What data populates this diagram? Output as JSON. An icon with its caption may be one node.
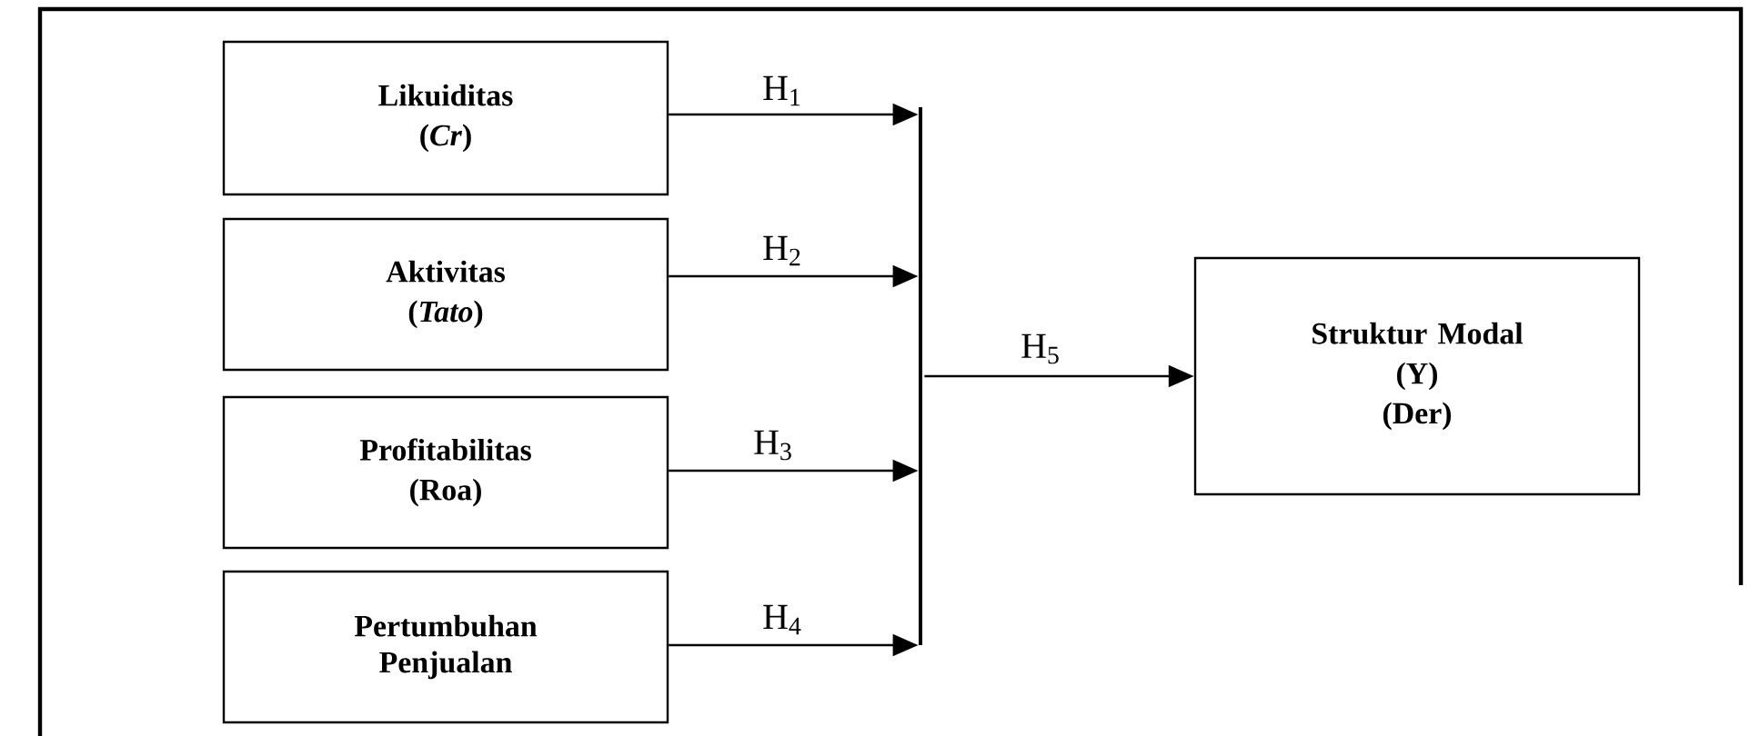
{
  "diagram": {
    "nodes": [
      {
        "text": [
          "Likuiditas",
          "(*Cr*)"
        ]
      },
      {
        "text": [
          "Aktivitas",
          "(*Tato*)"
        ]
      },
      {
        "text": [
          "Profitabilitas",
          "(Roa)"
        ]
      },
      {
        "text": [
          "Pertumbuhan Penjualan"
        ]
      },
      {
        "text": [],
        "shape": "bar"
      },
      {
        "text": [
          "Struktur Modal",
          "(Y)",
          "(Der)"
        ]
      }
    ],
    "edges": [
      {
        "from": 0,
        "to": 4,
        "arrow": "to",
        "label": "H$_{1}$"
      },
      {
        "from": 1,
        "to": 4,
        "arrow": "to",
        "label": "H$_{2}$"
      },
      {
        "from": 2,
        "to": 4,
        "arrow": "to",
        "label": "H$_{3}$"
      },
      {
        "from": 3,
        "to": 4,
        "arrow": "to",
        "label": "H$_{4}$"
      },
      {
        "from": 4,
        "to": 5,
        "arrow": "to",
        "label": "H$_{5}$"
      }
    ]
  }
}
